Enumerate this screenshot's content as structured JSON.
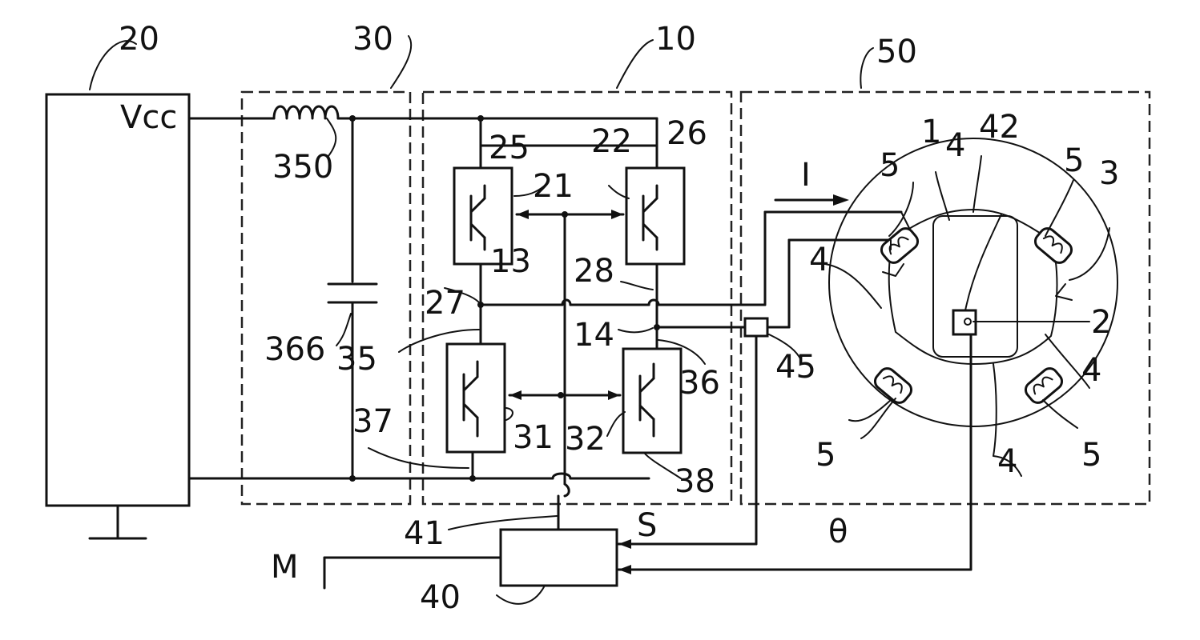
{
  "labels": {
    "power_supply_ref": "20",
    "filter_ref": "30",
    "inverter_ref": "10",
    "motor_ref": "50",
    "vcc": "Vcc",
    "inductor_ref": "350",
    "capacitor_ref": "366",
    "neg_rail_ref": "37",
    "high_conn_left_ref": "25",
    "high_conn_right_ref": "26",
    "switch_ul_ref": "21",
    "switch_ur_ref": "22",
    "switch_ll_ref": "31",
    "switch_lr_ref": "32",
    "node_left_ref": "13",
    "node_right_ref": "14",
    "wire_27_ref": "27",
    "wire_28_ref": "28",
    "wire_35_ref": "35",
    "wire_36_ref": "36",
    "wire_38_ref": "38",
    "control_line_ref": "41",
    "controller_ref": "40",
    "current_sensor_ref": "45",
    "current_label": "I",
    "sense_signal": "S",
    "angle_signal": "θ",
    "command_signal": "M",
    "rotor_ref": "1",
    "shaft_ref": "2",
    "stator_ref": "3",
    "pole_top_ref": "4",
    "pole_left_ref": "4",
    "pole_right_ref": "4",
    "pole_bottom_ref": "4",
    "position_sensor_ref": "42",
    "coil_tl_ref": "5",
    "coil_tr_ref": "5",
    "coil_bl_ref": "5",
    "coil_br_ref": "5"
  }
}
